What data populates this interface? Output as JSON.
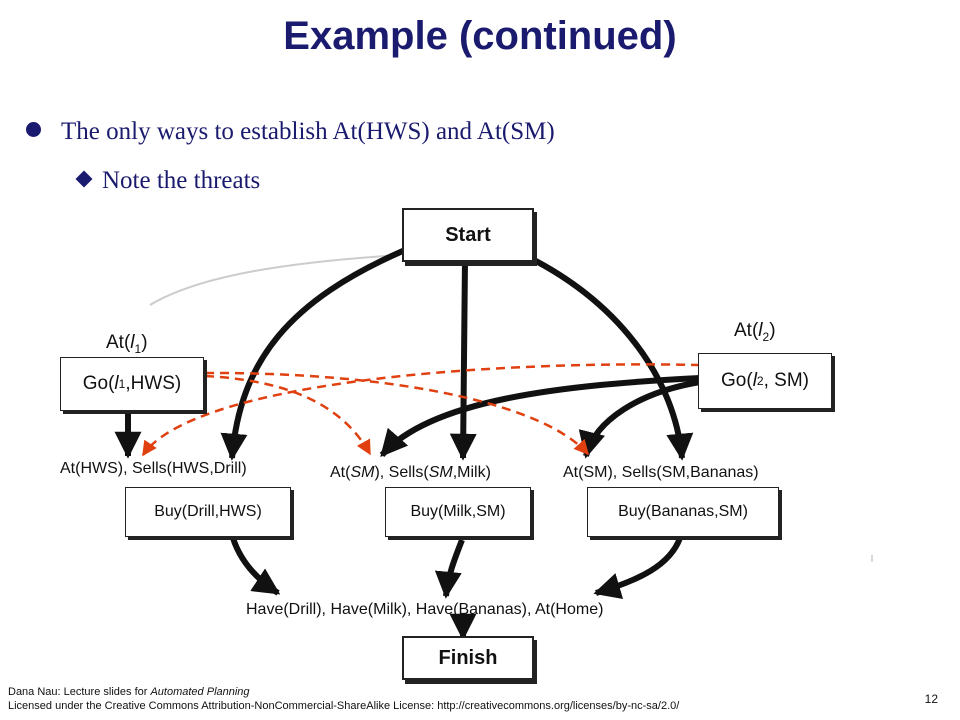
{
  "slide": {
    "title": "Example (continued)",
    "bullet": "The only ways to establish At(HWS) and At(SM)",
    "subbullet": "Note the threats",
    "page_number": "12"
  },
  "diagram": {
    "start": "Start",
    "finish": "Finish",
    "go1": {
      "pre": "Go(",
      "var": "l",
      "sub": "1",
      "post": ",HWS)"
    },
    "go2": {
      "pre": "Go(",
      "var": "l",
      "sub": "2",
      "post": ", SM)"
    },
    "at1": {
      "pre": "At(",
      "var": "l",
      "sub": "1",
      "post": ")"
    },
    "at2": {
      "pre": "At(",
      "var": "l",
      "sub": "2",
      "post": ")"
    },
    "buy_drill": "Buy(Drill,HWS)",
    "buy_milk": "Buy(Milk,SM)",
    "buy_bananas": "Buy(Bananas,SM)",
    "pre_drill": "At(HWS), Sells(HWS,Drill)",
    "pre_milk": {
      "p1": "At(",
      "v1": "SM",
      "p2": "), Sells(",
      "v2": "SM",
      "p3": ",Milk)"
    },
    "pre_bananas": "At(SM), Sells(SM,Bananas)",
    "goal": "Have(Drill), Have(Milk), Have(Bananas), At(Home)",
    "threat_color": "#e04010",
    "edge_color": "#111111"
  },
  "footer": {
    "line1_prefix": "Dana Nau: Lecture slides for ",
    "line1_book": "Automated Planning",
    "line2": "Licensed under the Creative Commons Attribution-NonCommercial-ShareAlike License: http://creativecommons.org/licenses/by-nc-sa/2.0/"
  }
}
